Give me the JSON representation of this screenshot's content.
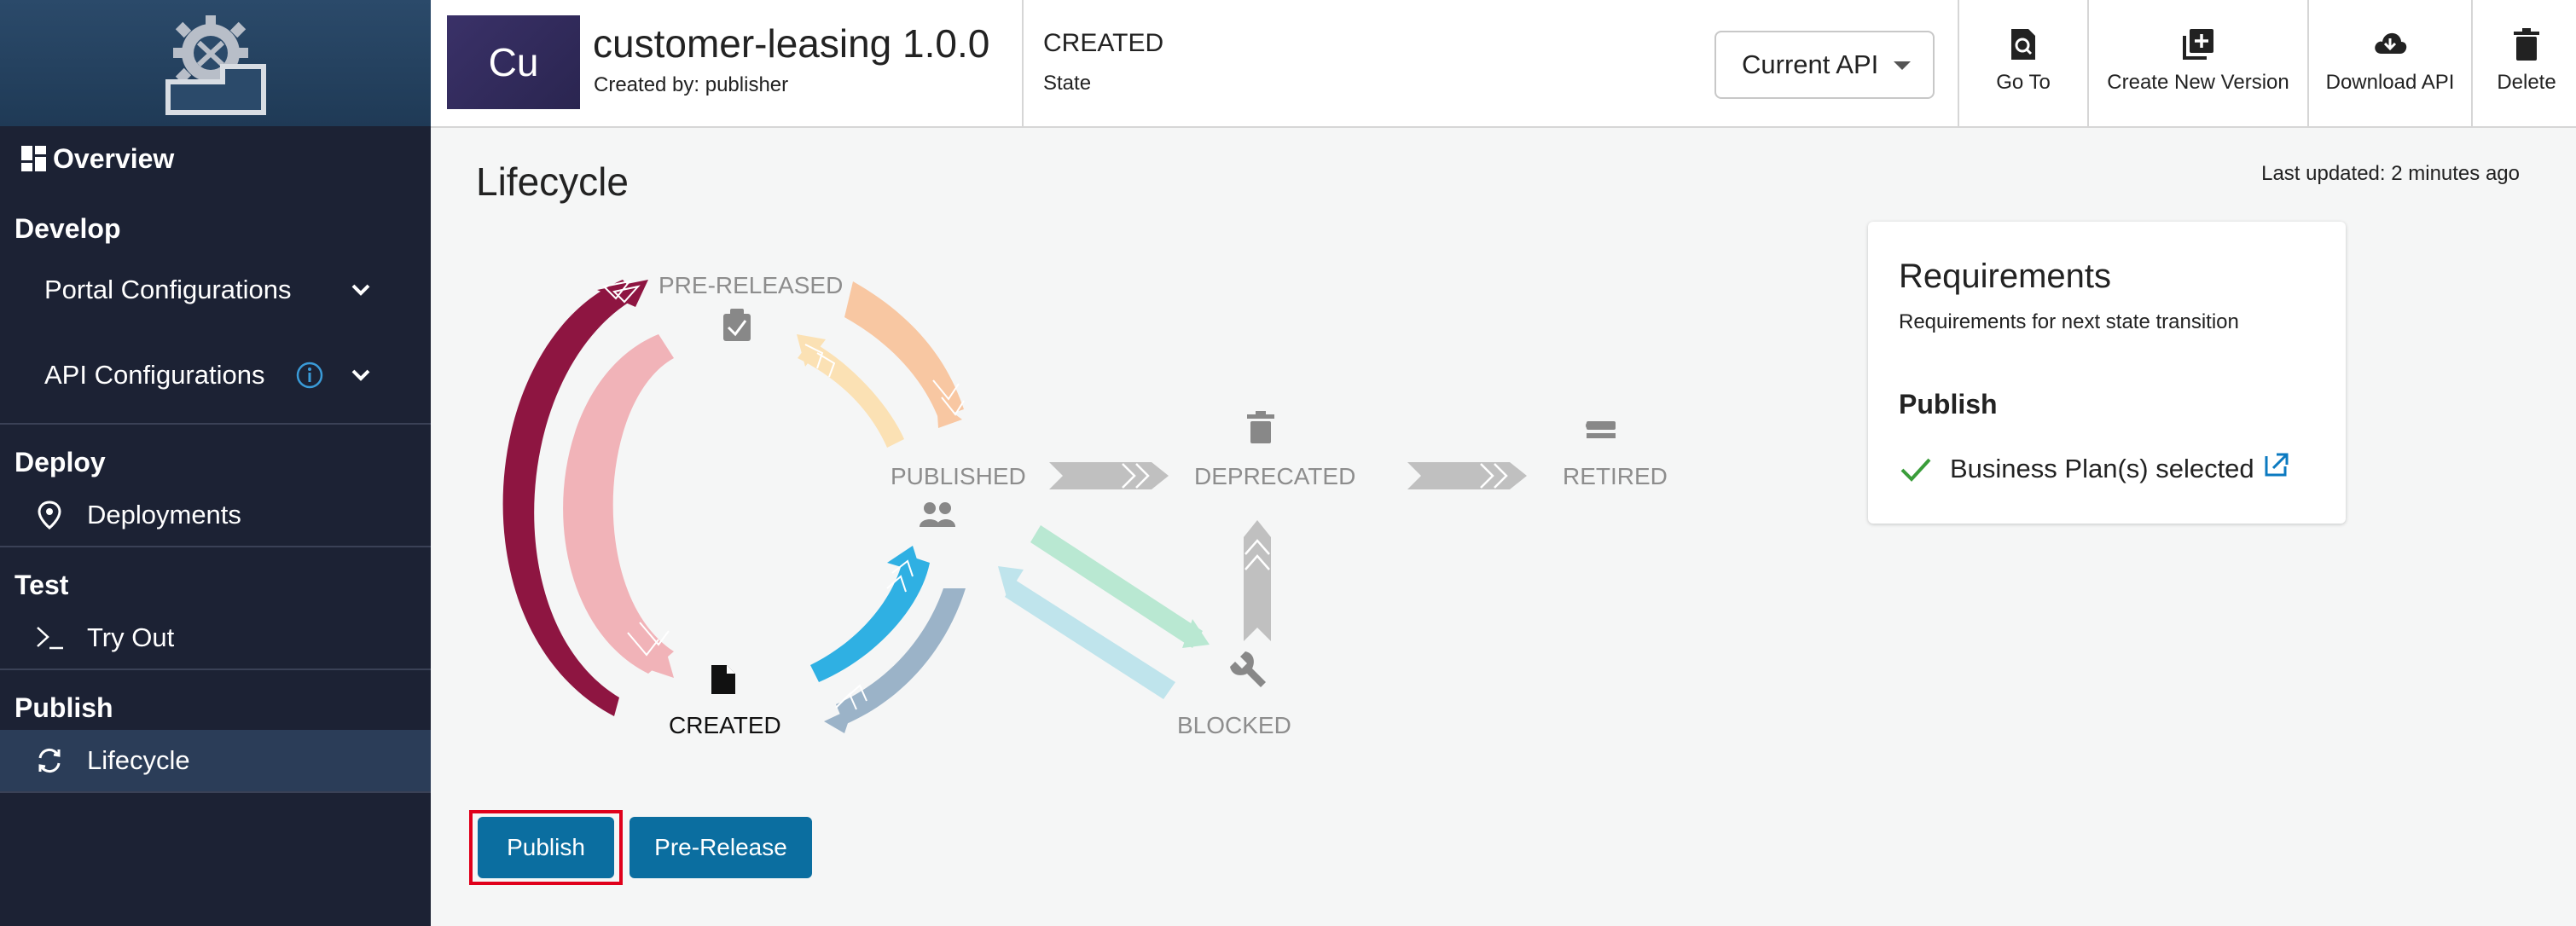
{
  "sidebar": {
    "overview": "Overview",
    "sections": {
      "develop": "Develop",
      "deploy": "Deploy",
      "test": "Test",
      "publish": "Publish"
    },
    "items": {
      "portal_config": "Portal Configurations",
      "api_config": "API Configurations",
      "deployments": "Deployments",
      "try_out": "Try Out",
      "lifecycle": "Lifecycle"
    }
  },
  "header": {
    "avatar_text": "Cu",
    "api_name": "customer-leasing 1.0.0",
    "created_by": "Created by: publisher",
    "state_value": "CREATED",
    "state_label": "State",
    "select_value": "Current API",
    "actions": {
      "goto": "Go To",
      "new_version": "Create New Version",
      "download": "Download API",
      "delete": "Delete"
    }
  },
  "content": {
    "title": "Lifecycle",
    "last_updated": "Last updated: 2 minutes ago"
  },
  "lifecycle_states": {
    "pre_released": "PRE-RELEASED",
    "published": "PUBLISHED",
    "deprecated": "DEPRECATED",
    "retired": "RETIRED",
    "created": "CREATED",
    "blocked": "BLOCKED"
  },
  "requirements": {
    "title": "Requirements",
    "subtitle": "Requirements for next state transition",
    "section": "Publish",
    "item": "Business Plan(s) selected"
  },
  "buttons": {
    "publish": "Publish",
    "pre_release": "Pre-Release"
  },
  "colors": {
    "sidebar_bg": "#1c2234",
    "primary_button": "#0b6ea0",
    "focus_ring": "#e0001b",
    "check_green": "#3a9d3a"
  }
}
